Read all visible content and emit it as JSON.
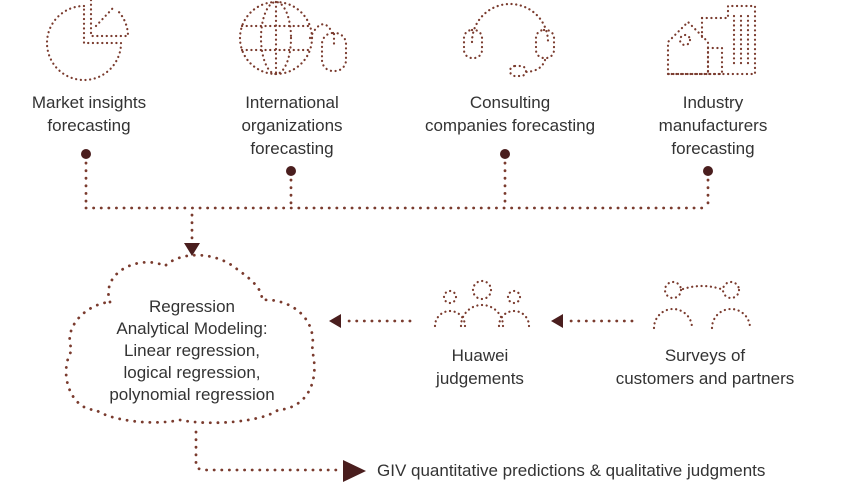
{
  "sources": [
    {
      "icon": "pie-chart-icon",
      "lines": [
        "Market insights",
        "forecasting"
      ]
    },
    {
      "icon": "globe-mouse-icon",
      "lines": [
        "International",
        "organizations",
        "forecasting"
      ]
    },
    {
      "icon": "headset-icon",
      "lines": [
        "Consulting",
        "companies forecasting"
      ]
    },
    {
      "icon": "buildings-icon",
      "lines": [
        "Industry",
        "manufacturers",
        "forecasting"
      ]
    }
  ],
  "model": {
    "icon": "cloud-outline",
    "lines": [
      "Regression",
      "Analytical Modeling:",
      "Linear regression,",
      "logical regression,",
      "polynomial regression"
    ]
  },
  "huawei": {
    "icon": "group-icon",
    "lines": [
      "Huawei",
      "judgements"
    ]
  },
  "surveys": {
    "icon": "people-pair-icon",
    "lines": [
      "Surveys of",
      "customers and partners"
    ]
  },
  "output": {
    "text": "GIV quantitative predictions & qualitative judgments"
  },
  "colors": {
    "dots": "#7a3b2e",
    "arrow": "#4a1e1e",
    "text": "#333333"
  }
}
